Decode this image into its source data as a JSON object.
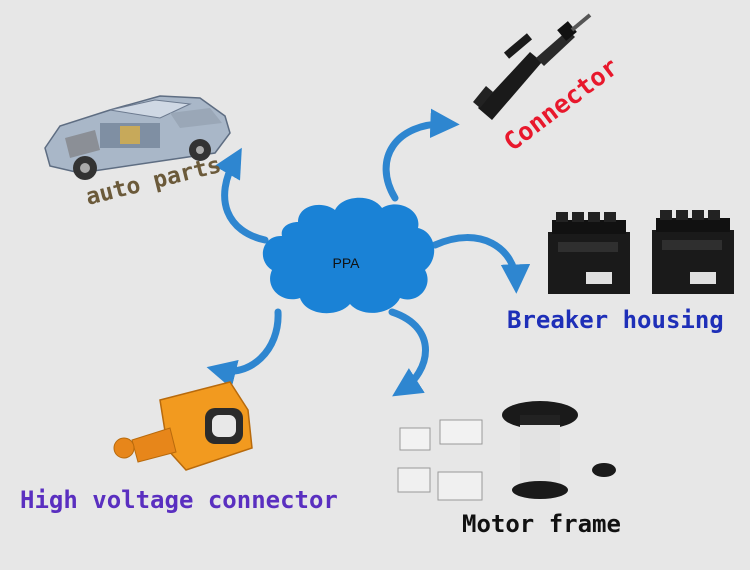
{
  "center": {
    "label": "PPA"
  },
  "nodes": {
    "auto_parts": {
      "label": "auto parts"
    },
    "connector": {
      "label": "Connector"
    },
    "breaker_housing": {
      "label": "Breaker housing"
    },
    "motor_frame": {
      "label": "Motor frame"
    },
    "high_voltage_connector": {
      "label": "High voltage connector"
    }
  },
  "colors": {
    "background": "#e7e7e7",
    "cloud": "#1a82d6",
    "arrow": "#2e86d0",
    "auto_parts_text": "#6b5a3a",
    "connector_text": "#e8182c",
    "breaker_text": "#1e2fb8",
    "motor_text": "#111111",
    "hv_text": "#5a2fc0"
  }
}
